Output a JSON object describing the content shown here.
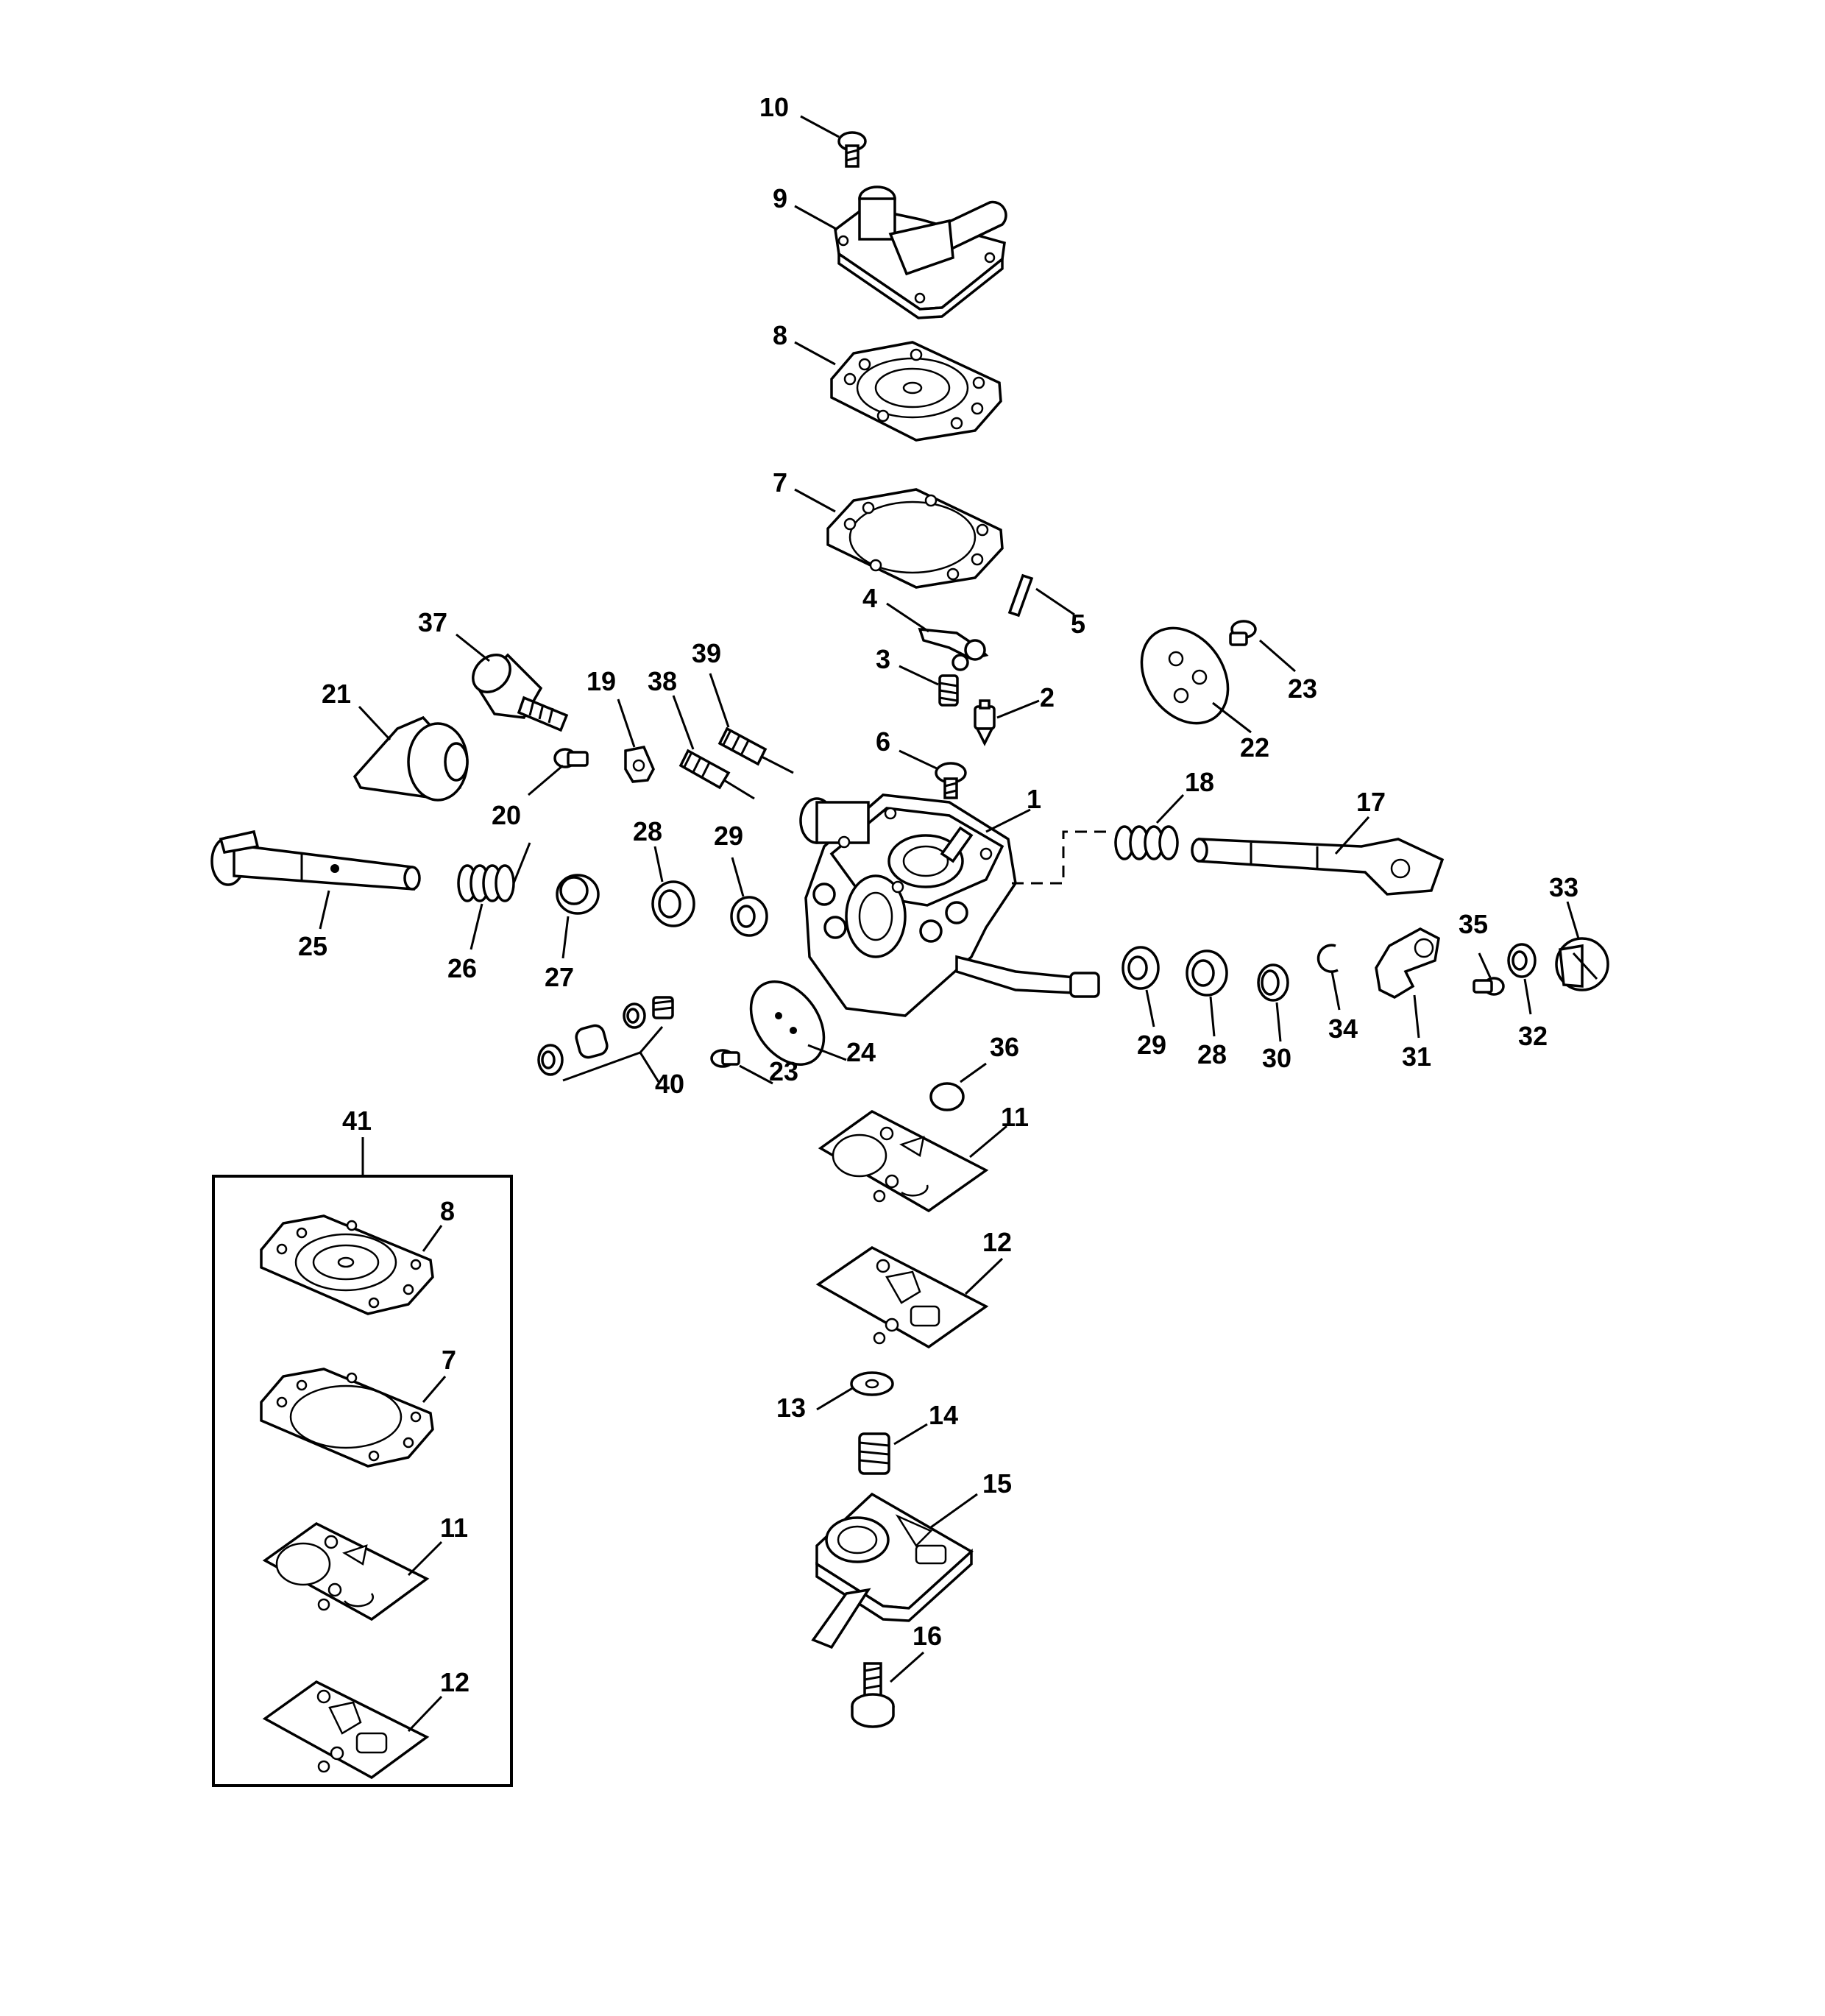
{
  "labels": {
    "p1": "1",
    "p2": "2",
    "p3": "3",
    "p4": "4",
    "p5": "5",
    "p6": "6",
    "p7": "7",
    "p8": "8",
    "p9": "9",
    "p10": "10",
    "p11": "11",
    "p12": "12",
    "p13": "13",
    "p14": "14",
    "p15": "15",
    "p16": "16",
    "p17": "17",
    "p18": "18",
    "p19": "19",
    "p20": "20",
    "p21": "21",
    "p22": "22",
    "p23a": "23",
    "p23b": "23",
    "p24": "24",
    "p25": "25",
    "p26": "26",
    "p27": "27",
    "p28a": "28",
    "p28b": "28",
    "p29a": "29",
    "p29b": "29",
    "p30": "30",
    "p31": "31",
    "p32": "32",
    "p33": "33",
    "p34": "34",
    "p35": "35",
    "p36": "36",
    "p37": "37",
    "p38": "38",
    "p39": "39",
    "p40": "40",
    "p41": "41",
    "kit8": "8",
    "kit7": "7",
    "kit11": "11",
    "kit12": "12"
  }
}
